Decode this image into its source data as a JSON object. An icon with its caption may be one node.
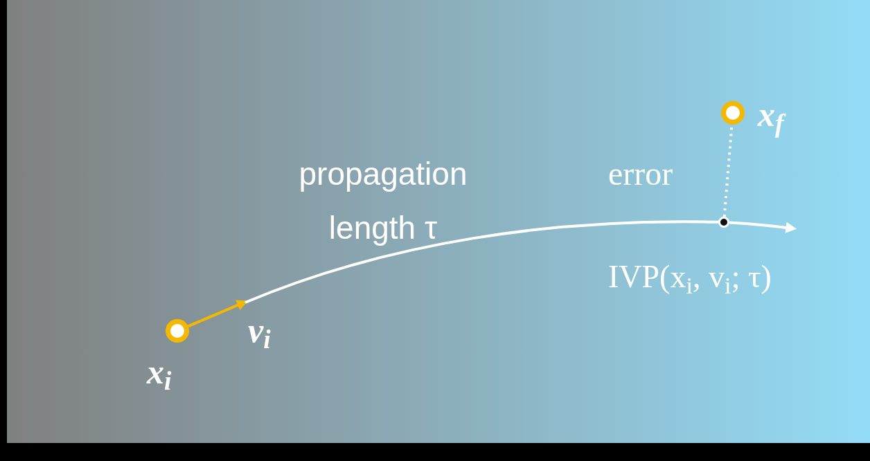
{
  "diagram": {
    "nodes": [
      {
        "text": [],
        "shape": "circle",
        "beside": [
          "x$_{i}$"
        ]
      },
      {
        "text": [],
        "shape": "circle",
        "beside": [
          "x$_{f}$"
        ]
      },
      {
        "text": [],
        "shape": "circle",
        "beside": [
          "IVP(x$_{i}$, v$_{i}$; τ)"
        ]
      }
    ],
    "edges": [
      {
        "from": 0,
        "to": null,
        "arrow": "to",
        "label": "v$_{i}$",
        "color": "#f5b800"
      },
      {
        "from": null,
        "to": 2,
        "arrow": "none",
        "label": "propagation length τ"
      },
      {
        "from": 2,
        "to": null,
        "arrow": "to"
      },
      {
        "from": 2,
        "to": 1,
        "arrow": "none",
        "label": "error",
        "style": "dashed"
      }
    ]
  }
}
